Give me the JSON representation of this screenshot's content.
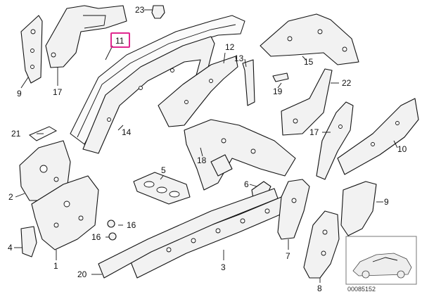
{
  "callouts": {
    "c1": "1",
    "c2": "2",
    "c3": "3",
    "c4": "4",
    "c5": "5",
    "c6": "6",
    "c7": "7",
    "c8": "8",
    "c9a": "9",
    "c9b": "9",
    "c10": "10",
    "c11": "11",
    "c12": "12",
    "c13": "13",
    "c14": "14",
    "c15": "15",
    "c16a": "16",
    "c16b": "16",
    "c17a": "17",
    "c17b": "17",
    "c18": "18",
    "c19": "19",
    "c20": "20",
    "c21": "21",
    "c22": "22",
    "c23": "23"
  },
  "highlight": {
    "part": "11",
    "color": "#e0288f"
  },
  "reference_number": "00085152"
}
